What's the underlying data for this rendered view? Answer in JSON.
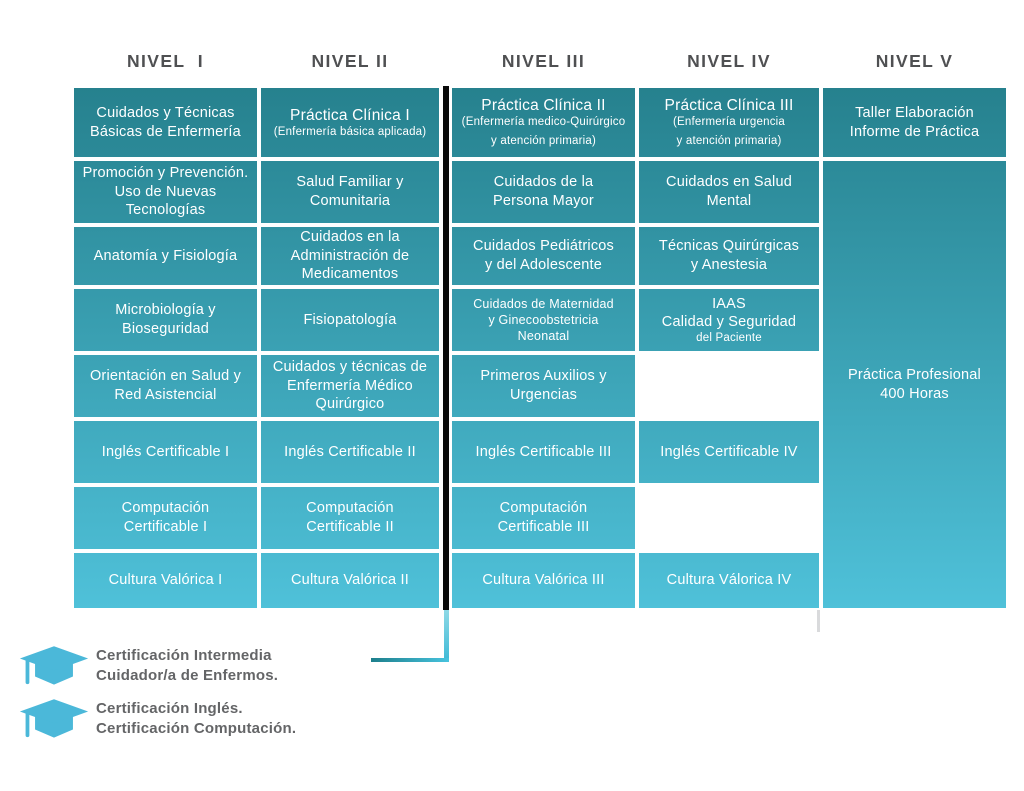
{
  "title": "Malla curricular Enfermería - niveles",
  "palette": {
    "card_gradient_top": "#26818e",
    "card_gradient_bottom": "#4fc1d9",
    "header_text": "#4f5052",
    "cell_text": "#ffffff",
    "divider_line": "#0a0a0a",
    "connector_teal": "#3cb9d6",
    "certification_text": "#646567",
    "graduation_cap_icon": "#4bb8d9"
  },
  "columns": [
    {
      "header": "NIVEL  I",
      "cells": [
        {
          "lines": [
            "Cuidados y Técnicas",
            "Básicas de Enfermería"
          ]
        },
        {
          "lines": [
            "Promoción y Prevención.",
            "Uso de Nuevas",
            "Tecnologías"
          ]
        },
        {
          "lines": [
            "Anatomía y Fisiología"
          ]
        },
        {
          "lines": [
            "Microbiología y",
            "Bioseguridad"
          ]
        },
        {
          "lines": [
            "Orientación en Salud y",
            "Red Asistencial"
          ]
        },
        {
          "lines": [
            "Inglés Certificable I"
          ]
        },
        {
          "lines": [
            "Computación",
            "Certificable I"
          ]
        },
        {
          "lines": [
            "Cultura Valórica I"
          ]
        }
      ]
    },
    {
      "header": "NIVEL II",
      "cells": [
        {
          "lines": [
            "Práctica Clínica I"
          ],
          "sub": [
            "(Enfermería básica aplicada)"
          ],
          "large": true
        },
        {
          "lines": [
            "Salud Familiar y",
            "Comunitaria"
          ]
        },
        {
          "lines": [
            "Cuidados en la",
            "Administración de",
            "Medicamentos"
          ]
        },
        {
          "lines": [
            "Fisiopatología"
          ]
        },
        {
          "lines": [
            "Cuidados y técnicas de",
            "Enfermería Médico",
            "Quirúrgico"
          ]
        },
        {
          "lines": [
            "Inglés Certificable II"
          ]
        },
        {
          "lines": [
            "Computación",
            "Certificable II"
          ]
        },
        {
          "lines": [
            "Cultura Valórica II"
          ]
        }
      ]
    },
    {
      "header": "NIVEL III",
      "cells": [
        {
          "lines": [
            "Práctica Clínica II"
          ],
          "sub": [
            "(Enfermería medico-Quirúrgico",
            "y atención primaria)"
          ],
          "large": true
        },
        {
          "lines": [
            "Cuidados de la",
            "Persona Mayor"
          ]
        },
        {
          "lines": [
            "Cuidados Pediátricos",
            "y del Adolescente"
          ]
        },
        {
          "lines": [
            "Cuidados de Maternidad",
            "y Ginecoobstetricia",
            "Neonatal"
          ],
          "small": true
        },
        {
          "lines": [
            "Primeros Auxilios y",
            "Urgencias"
          ]
        },
        {
          "lines": [
            "Inglés Certificable III"
          ]
        },
        {
          "lines": [
            "Computación",
            "Certificable III"
          ]
        },
        {
          "lines": [
            "Cultura Valórica III"
          ]
        }
      ]
    },
    {
      "header": "NIVEL IV",
      "cells": [
        {
          "lines": [
            "Práctica Clínica III"
          ],
          "sub": [
            "(Enfermería urgencia",
            "y atención primaria)"
          ],
          "large": true
        },
        {
          "lines": [
            "Cuidados en Salud",
            "Mental"
          ]
        },
        {
          "lines": [
            "Técnicas Quirúrgicas",
            "y Anestesia"
          ]
        },
        {
          "lines": [
            "IAAS",
            "Calidad y Seguridad"
          ],
          "sub": [
            "del Paciente"
          ]
        },
        {
          "empty": true
        },
        {
          "lines": [
            "Inglés Certificable IV"
          ]
        },
        {
          "empty": true
        },
        {
          "lines": [
            "Cultura Válorica IV"
          ]
        }
      ]
    },
    {
      "header": "NIVEL V",
      "cells": [
        {
          "lines": [
            "Taller Elaboración",
            "Informe de Práctica"
          ]
        },
        {
          "lines": [
            "Práctica Profesional",
            "400 Horas"
          ],
          "merged": true
        }
      ]
    }
  ],
  "certifications": [
    {
      "icon": "graduation-cap-icon",
      "lines": [
        "Certificación Intermedia",
        "Cuidador/a de Enfermos."
      ]
    },
    {
      "icon": "graduation-cap-icon",
      "lines": [
        "Certificación Inglés.",
        "Certificación Computación."
      ]
    }
  ]
}
